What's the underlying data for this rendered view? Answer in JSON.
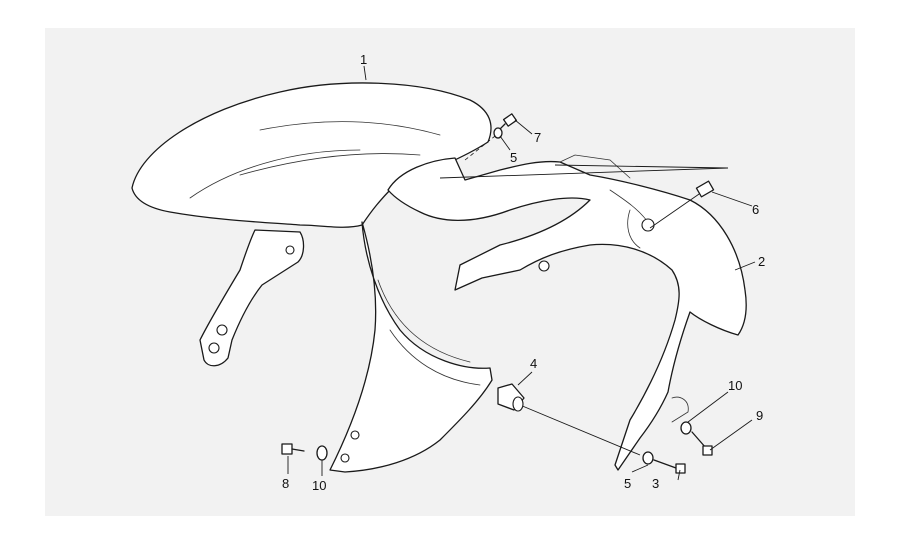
{
  "diagram": {
    "background": "#f2f2f2",
    "line_color": "#1a1a1a",
    "callouts": [
      {
        "id": "c1",
        "label": "1"
      },
      {
        "id": "c2",
        "label": "2"
      },
      {
        "id": "c3",
        "label": "3"
      },
      {
        "id": "c4",
        "label": "4"
      },
      {
        "id": "c5a",
        "label": "5"
      },
      {
        "id": "c5b",
        "label": "5"
      },
      {
        "id": "c6",
        "label": "6"
      },
      {
        "id": "c7",
        "label": "7"
      },
      {
        "id": "c8",
        "label": "8"
      },
      {
        "id": "c9",
        "label": "9"
      },
      {
        "id": "c10a",
        "label": "10"
      },
      {
        "id": "c10b",
        "label": "10"
      }
    ]
  }
}
